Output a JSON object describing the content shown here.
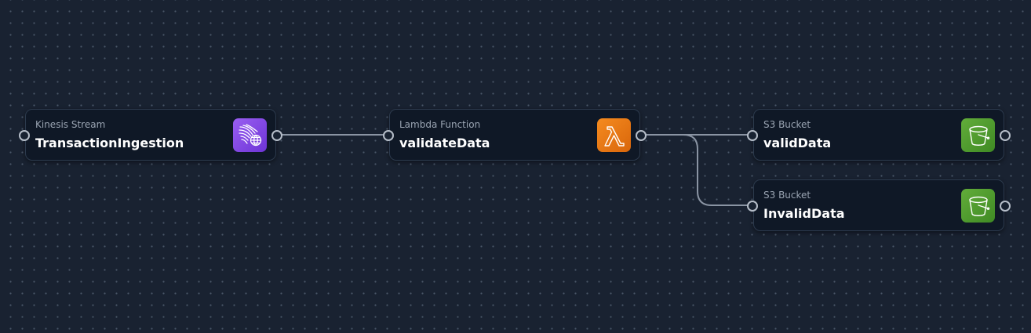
{
  "canvas": {
    "background_color": "#192231",
    "dot_color": "#4a5668",
    "edge_color": "#8a94a3"
  },
  "nodes": [
    {
      "id": "kinesis",
      "type_label": "Kinesis Stream",
      "name": "TransactionIngestion",
      "icon": "kinesis-stream-icon",
      "color": "#8b5cf6"
    },
    {
      "id": "lambda",
      "type_label": "Lambda Function",
      "name": "validateData",
      "icon": "lambda-function-icon",
      "color": "#ed7100"
    },
    {
      "id": "s3_valid",
      "type_label": "S3 Bucket",
      "name": "validData",
      "icon": "s3-bucket-icon",
      "color": "#4f9d2d"
    },
    {
      "id": "s3_invalid",
      "type_label": "S3 Bucket",
      "name": "InvalidData",
      "icon": "s3-bucket-icon",
      "color": "#4f9d2d"
    }
  ],
  "edges": [
    {
      "from": "kinesis",
      "to": "lambda"
    },
    {
      "from": "lambda",
      "to": "s3_valid"
    },
    {
      "from": "lambda",
      "to": "s3_invalid"
    }
  ]
}
